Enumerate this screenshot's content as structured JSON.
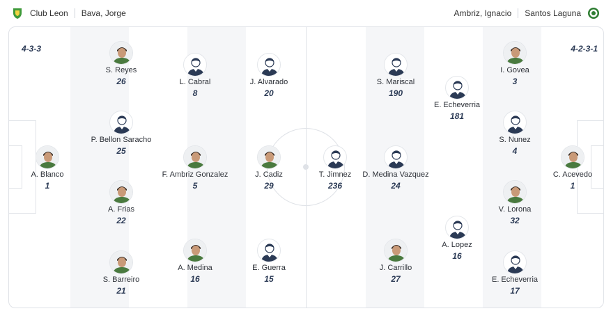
{
  "header": {
    "home_team": "Club Leon",
    "home_coach": "Bava, Jorge",
    "away_coach": "Ambriz, Ignacio",
    "away_team": "Santos Laguna"
  },
  "home": {
    "formation": "4-3-3",
    "players": [
      {
        "name": "A. Blanco",
        "number": "1",
        "photo": "photo"
      },
      {
        "name": "S. Reyes",
        "number": "26",
        "photo": "photo"
      },
      {
        "name": "P. Bellon Saracho",
        "number": "25",
        "photo": "placeholder"
      },
      {
        "name": "A. Frias",
        "number": "22",
        "photo": "photo"
      },
      {
        "name": "S. Barreiro",
        "number": "21",
        "photo": "photo"
      },
      {
        "name": "L. Cabral",
        "number": "8",
        "photo": "placeholder"
      },
      {
        "name": "F. Ambriz Gonzalez",
        "number": "5",
        "photo": "photo"
      },
      {
        "name": "A. Medina",
        "number": "16",
        "photo": "photo"
      },
      {
        "name": "J. Alvarado",
        "number": "20",
        "photo": "placeholder"
      },
      {
        "name": "J. Cadiz",
        "number": "29",
        "photo": "photo"
      },
      {
        "name": "E. Guerra",
        "number": "15",
        "photo": "placeholder"
      }
    ]
  },
  "away": {
    "formation": "4-2-3-1",
    "players": [
      {
        "name": "T. Jimnez",
        "number": "236",
        "photo": "placeholder"
      },
      {
        "name": "S. Mariscal",
        "number": "190",
        "photo": "placeholder"
      },
      {
        "name": "D. Medina Vazquez",
        "number": "24",
        "photo": "placeholder"
      },
      {
        "name": "J. Carrillo",
        "number": "27",
        "photo": "photo"
      },
      {
        "name": "E. Echeverria",
        "number": "181",
        "photo": "placeholder"
      },
      {
        "name": "A. Lopez",
        "number": "16",
        "photo": "placeholder"
      },
      {
        "name": "I. Govea",
        "number": "3",
        "photo": "photo"
      },
      {
        "name": "S. Nunez",
        "number": "4",
        "photo": "placeholder"
      },
      {
        "name": "V. Lorona",
        "number": "32",
        "photo": "photo"
      },
      {
        "name": "E. Echeverria",
        "number": "17",
        "photo": "placeholder"
      },
      {
        "name": "C. Acevedo",
        "number": "1",
        "photo": "photo"
      }
    ]
  },
  "colors": {
    "home_crest": "#3f9a3a",
    "away_crest": "#2e7d32",
    "number_text": "#2b3a55",
    "pitch_stripe": "#f5f6f8",
    "pitch_line": "#dfe2e7",
    "placeholder_shirt": "#2b3a55"
  },
  "icons": {
    "home_crest": "club-leon-crest-icon",
    "away_crest": "santos-laguna-crest-icon",
    "player_placeholder": "player-silhouette-icon"
  }
}
